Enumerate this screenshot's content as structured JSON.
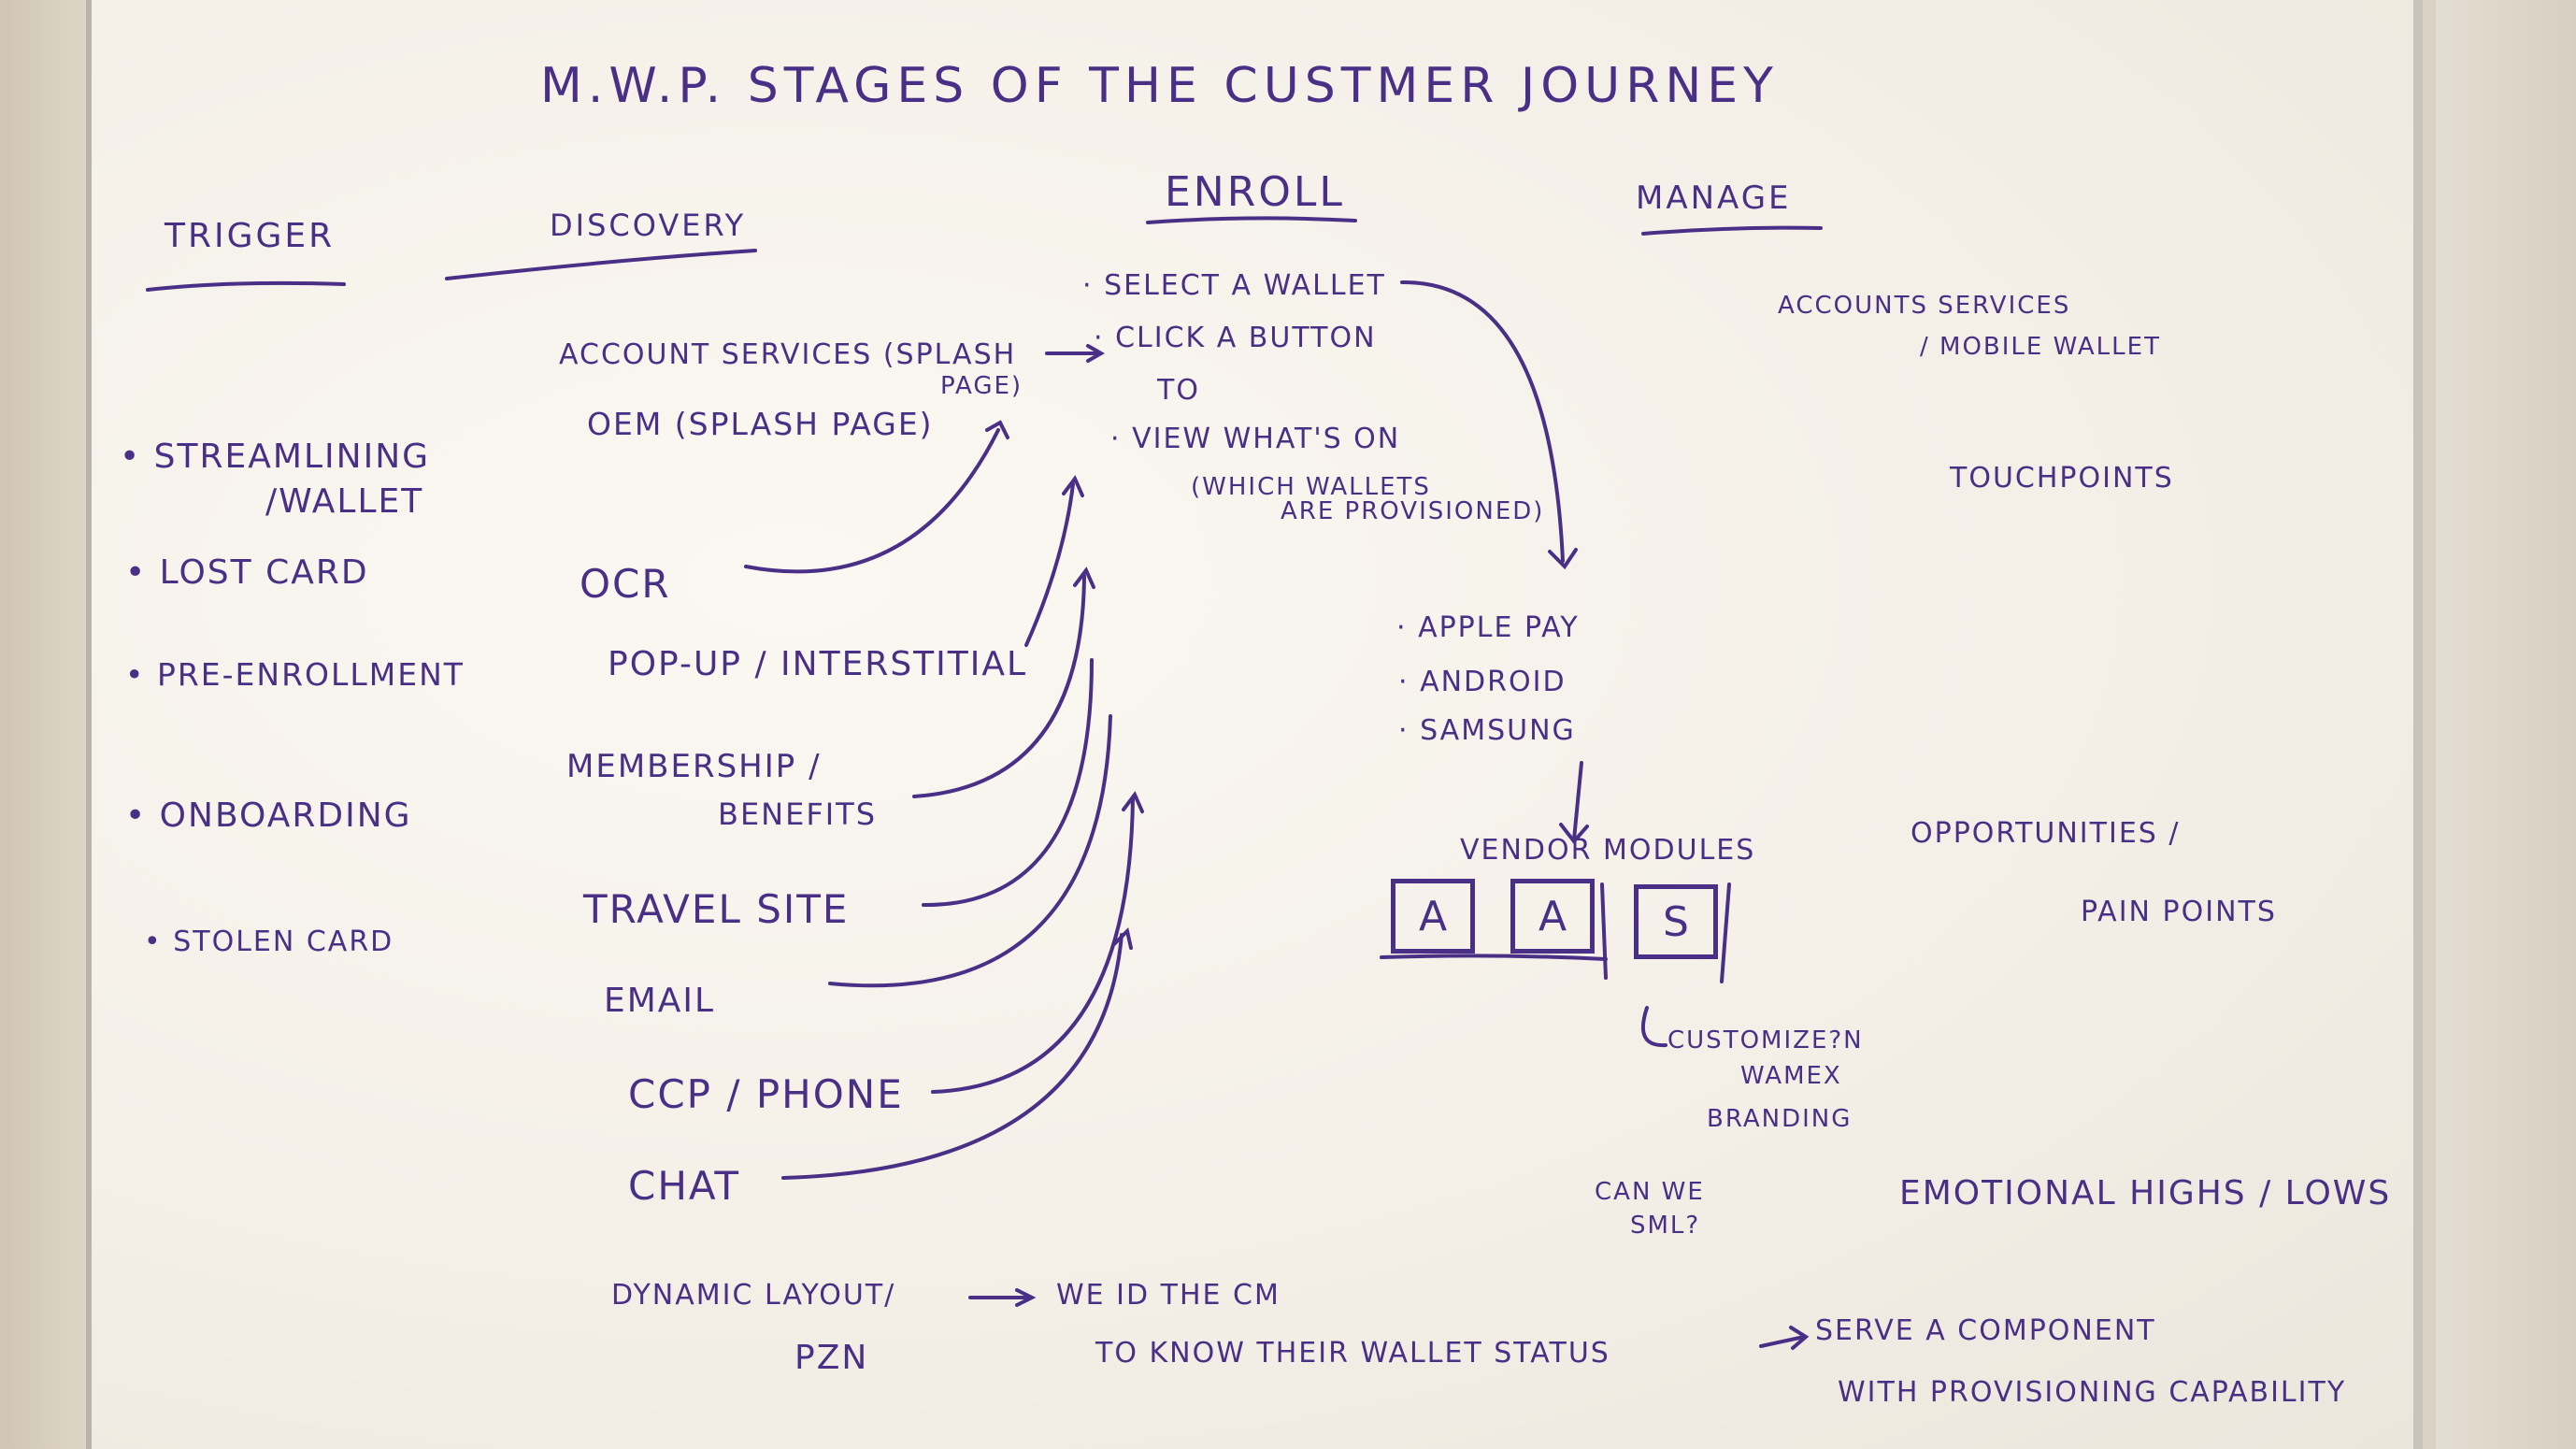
{
  "title": "M.W.P. STAGES OF THE CUSTMER JOURNEY",
  "headers": {
    "trigger": "TRIGGER",
    "discovery": "DISCOVERY",
    "enroll": "ENROLL",
    "manage": "MANAGE"
  },
  "trigger_items": [
    "• STREAMLINING",
    "/WALLET",
    "• LOST CARD",
    "• PRE-ENROLLMENT",
    "• ONBOARDING",
    "• STOLEN CARD"
  ],
  "discovery_items": [
    "ACCOUNT SERVICES (SPLASH",
    "PAGE)",
    "OEM (SPLASH PAGE)",
    "OCR",
    "POP-UP / INTERSTITIAL",
    "MEMBERSHIP /",
    "BENEFITS",
    "TRAVEL SITE",
    "EMAIL",
    "CCP / PHONE",
    "CHAT"
  ],
  "enroll_items": [
    "· SELECT A WALLET",
    "· CLICK A BUTTON",
    "TO",
    "· VIEW WHAT'S ON",
    "(WHICH WALLETS",
    "ARE PROVISIONED)"
  ],
  "wallets": [
    "· APPLE PAY",
    "· ANDROID",
    "· SAMSUNG"
  ],
  "vendor_modules": {
    "label": "VENDOR MODULES",
    "boxes": [
      "A",
      "A",
      "S"
    ]
  },
  "customization": [
    "CUSTOMIZE?N",
    "WAMEX",
    "BRANDING"
  ],
  "can_we": [
    "CAN WE",
    "SML?"
  ],
  "manage_items": [
    "ACCOUNTS SERVICES",
    "/ MOBILE WALLET",
    "TOUCHPOINTS"
  ],
  "right_notes": [
    "OPPORTUNITIES /",
    "PAIN POINTS",
    "EMOTIONAL HIGHS / LOWS"
  ],
  "bottom": {
    "dynamic": "DYNAMIC LAYOUT/",
    "pzn": "PZN",
    "we_id": "WE ID THE CM",
    "to_know": "TO KNOW THEIR WALLET STATUS",
    "serve": "SERVE A COMPONENT",
    "with": "WITH PROVISIONING CAPABILITY"
  },
  "colors": {
    "marker": "#4a2f86",
    "board": "#f6f2ea",
    "wall": "#d9d1c3"
  }
}
